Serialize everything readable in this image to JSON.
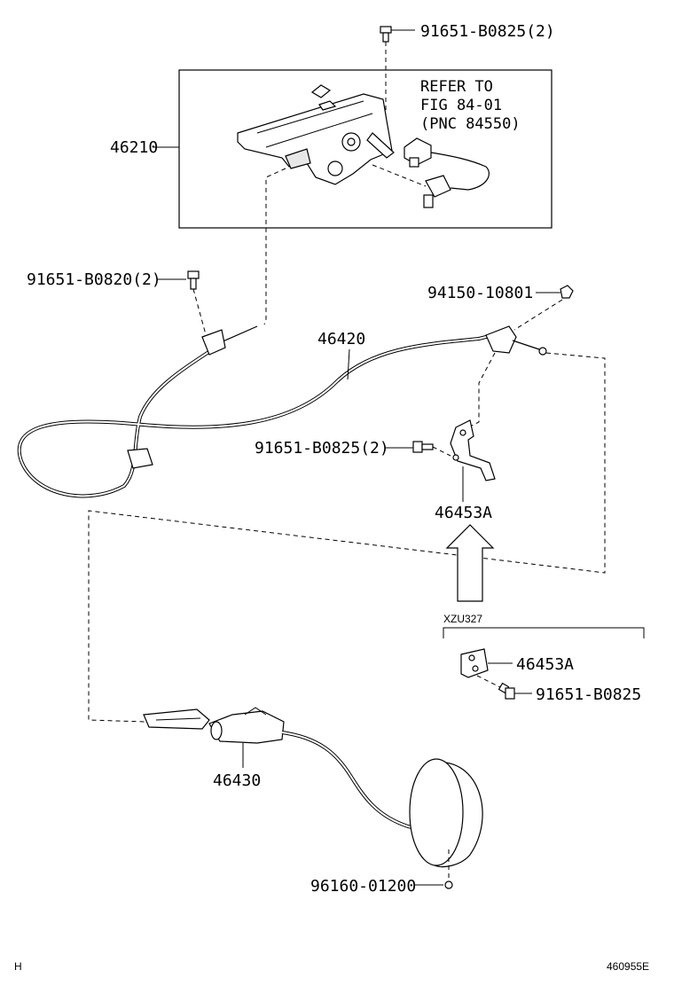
{
  "labels": {
    "bolt_top": "91651-B0825(2)",
    "refer_line1": "REFER TO",
    "refer_line2": "FIG 84-01",
    "refer_line3": "(PNC 84550)",
    "lever": "46210",
    "bolt_left": "91651-B0820(2)",
    "nut": "94150-10801",
    "cable_front": "46420",
    "bolt_mid": "91651-B0825(2)",
    "bracket": "46453A",
    "variant_code": "XZU327",
    "bracket_variant": "46453A",
    "bolt_variant": "91651-B0825",
    "cable_rear": "46430",
    "clip": "96160-01200",
    "corner_left": "H",
    "corner_right": "460955E"
  }
}
